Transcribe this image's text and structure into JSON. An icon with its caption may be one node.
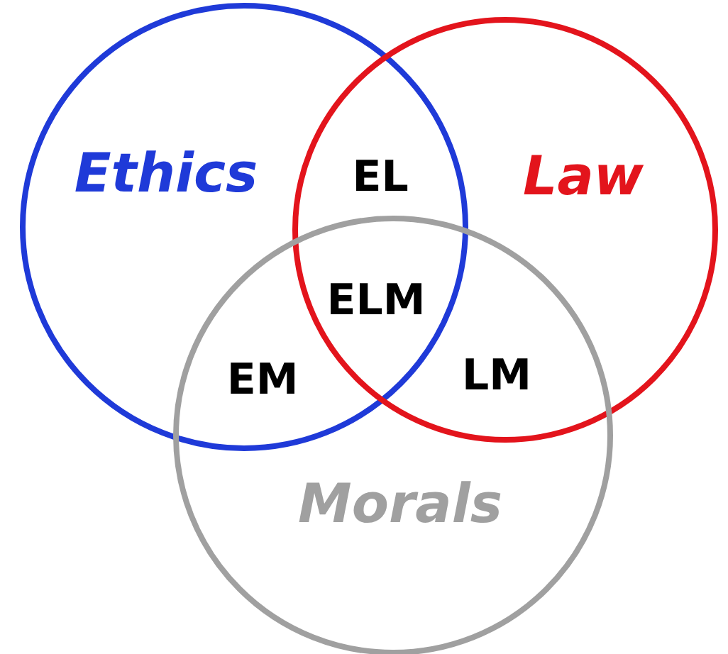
{
  "diagram": {
    "nodes": [
      {
        "text": [
          "Ethics"
        ]
      },
      {
        "text": [
          "Law"
        ]
      },
      {
        "text": [
          "Morals"
        ]
      }
    ],
    "labels": [
      "EL",
      "ELM",
      "LM",
      "EM"
    ]
  }
}
